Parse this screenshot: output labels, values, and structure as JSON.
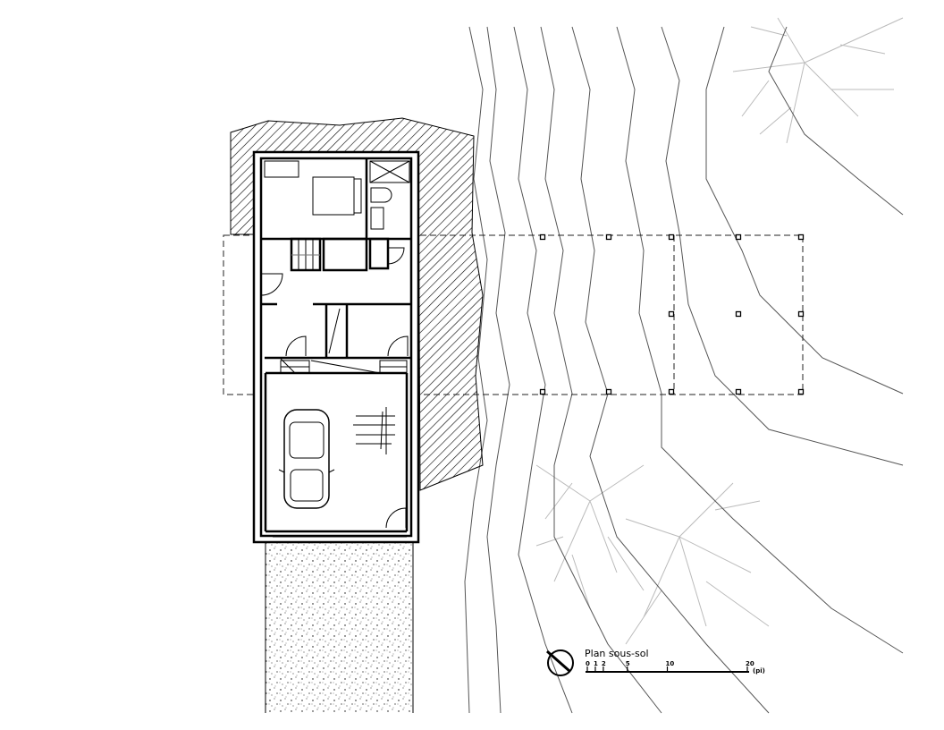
{
  "plan": {
    "title": "Plan sous-sol"
  },
  "scale_bar": {
    "unit": "(pi)",
    "ticks": [
      {
        "value": 0,
        "label": "0"
      },
      {
        "value": 1,
        "label": "1"
      },
      {
        "value": 2,
        "label": "2"
      },
      {
        "value": 5,
        "label": "5"
      },
      {
        "value": 10,
        "label": "10"
      },
      {
        "value": 20,
        "label": "20"
      }
    ],
    "max": 20
  },
  "north_arrow": {
    "icon": "north-arrow-icon"
  }
}
